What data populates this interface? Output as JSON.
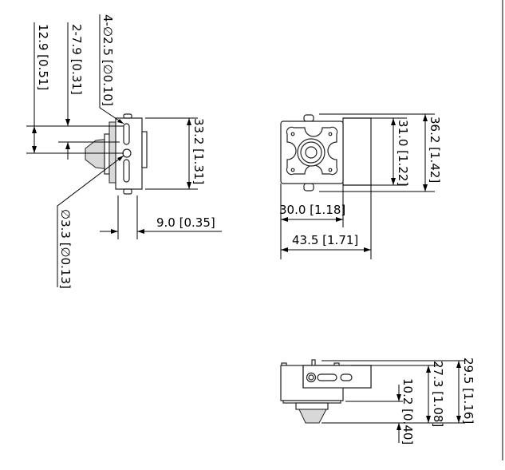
{
  "side_view": {
    "dim_hole_spacing": "12.9 [0.51]",
    "dim_slot": "2-7.9 [0.31]",
    "dim_mount_holes": "4-∅2.5 [∅0.10]",
    "dim_height": "33.2 [1.31]",
    "dim_depth": "9.0 [0.35]",
    "dim_center_hole": "∅3.3 [∅0.13]"
  },
  "front_view": {
    "dim_inner_height": "31.0 [1.22]",
    "dim_outer_height": "36.2 [1.42]",
    "dim_body_width": "30.0 [1.18]",
    "dim_total_width": "43.5 [1.71]"
  },
  "top_view": {
    "dim_total": "29.5 [1.16]",
    "dim_body": "27.3 [1.08]",
    "dim_lens": "10.2 [0.40]"
  }
}
